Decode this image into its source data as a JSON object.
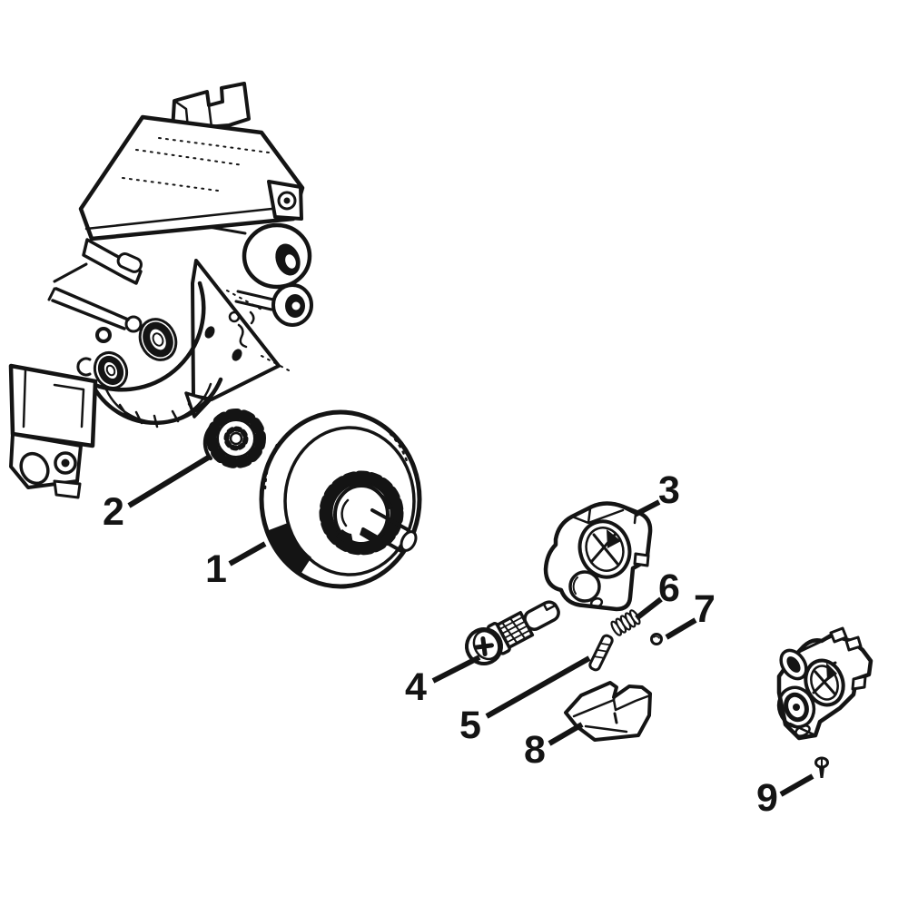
{
  "diagram": {
    "colors": {
      "line": "#141414",
      "background": "#ffffff"
    },
    "callouts": [
      {
        "label": "1"
      },
      {
        "label": "2"
      },
      {
        "label": "3"
      },
      {
        "label": "4"
      },
      {
        "label": "5"
      },
      {
        "label": "6"
      },
      {
        "label": "7"
      },
      {
        "label": "8"
      },
      {
        "label": "9"
      }
    ]
  }
}
